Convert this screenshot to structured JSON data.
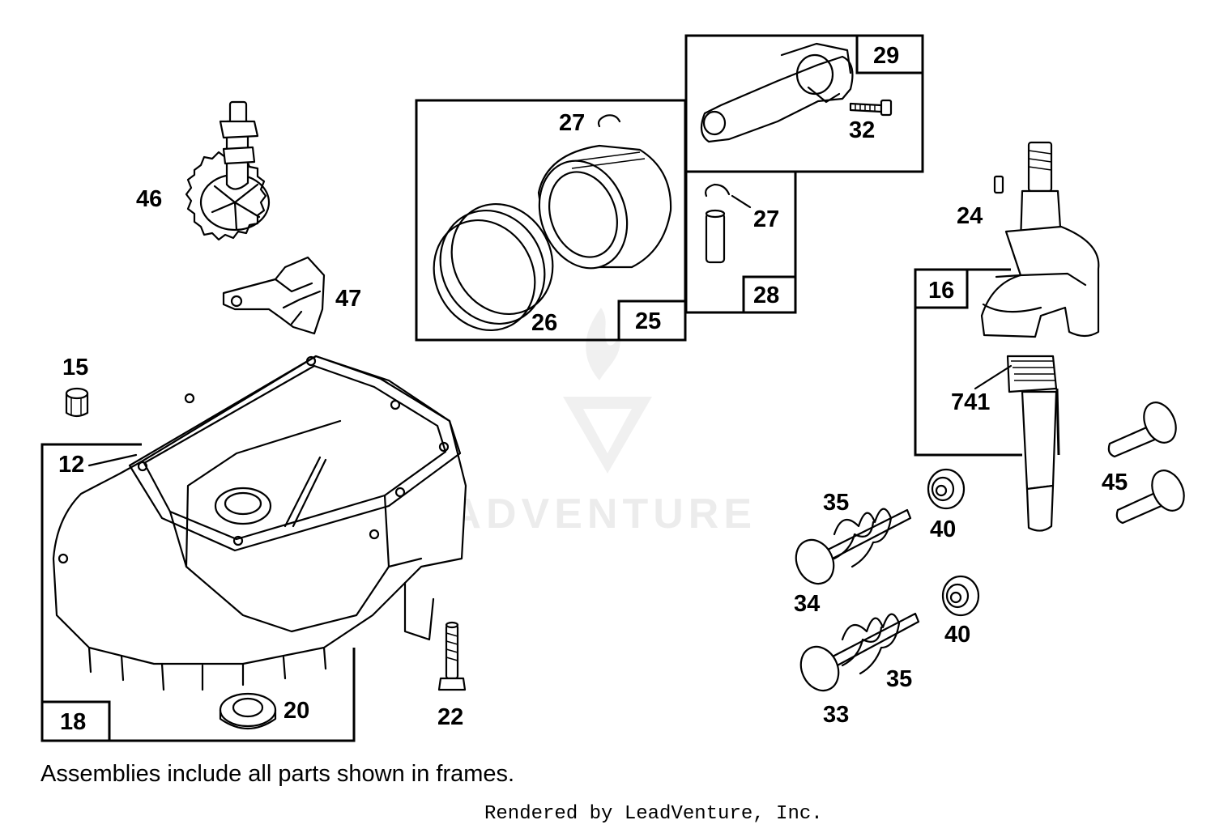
{
  "callouts": {
    "c46": "46",
    "c47": "47",
    "c15": "15",
    "c12": "12",
    "c18": "18",
    "c20": "20",
    "c22": "22",
    "c27a": "27",
    "c26": "26",
    "c25": "25",
    "c29": "29",
    "c32": "32",
    "c27b": "27",
    "c28": "28",
    "c24": "24",
    "c16": "16",
    "c741": "741",
    "c45": "45",
    "c35a": "35",
    "c40a": "40",
    "c34": "34",
    "c40b": "40",
    "c35b": "35",
    "c33": "33"
  },
  "note": "Assemblies include all parts shown in frames.",
  "credit": "Rendered by LeadVenture, Inc.",
  "watermark": "LEADVENTURE"
}
